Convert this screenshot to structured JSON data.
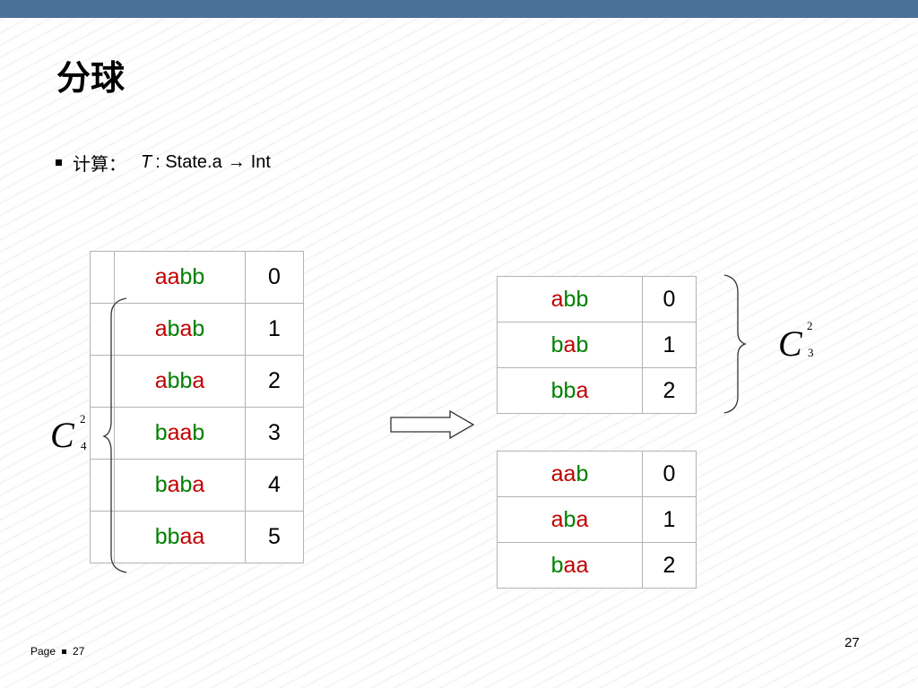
{
  "slide": {
    "title": "分球",
    "bullet": {
      "label": "计算：",
      "var": "T",
      "rest_before_arrow": ": State.a",
      "arrow": "→",
      "rest_after_arrow": "Int"
    }
  },
  "left_table": {
    "rows": [
      {
        "parts": [
          {
            "t": "aa",
            "c": "r"
          },
          {
            "t": "bb",
            "c": "g"
          }
        ],
        "index": "0"
      },
      {
        "parts": [
          {
            "t": "a",
            "c": "r"
          },
          {
            "t": "b",
            "c": "g"
          },
          {
            "t": "a",
            "c": "r"
          },
          {
            "t": "b",
            "c": "g"
          }
        ],
        "index": "1"
      },
      {
        "parts": [
          {
            "t": "a",
            "c": "r"
          },
          {
            "t": "bb",
            "c": "g"
          },
          {
            "t": "a",
            "c": "r"
          }
        ],
        "index": "2"
      },
      {
        "parts": [
          {
            "t": "b",
            "c": "g"
          },
          {
            "t": "aa",
            "c": "r"
          },
          {
            "t": "b",
            "c": "g"
          }
        ],
        "index": "3"
      },
      {
        "parts": [
          {
            "t": "b",
            "c": "g"
          },
          {
            "t": "a",
            "c": "r"
          },
          {
            "t": "b",
            "c": "g"
          },
          {
            "t": "a",
            "c": "r"
          }
        ],
        "index": "4"
      },
      {
        "parts": [
          {
            "t": "bb",
            "c": "g"
          },
          {
            "t": "aa",
            "c": "r"
          }
        ],
        "index": "5"
      }
    ],
    "formula": {
      "letter": "C",
      "sup": "2",
      "sub": "4"
    }
  },
  "right_top_table": {
    "rows": [
      {
        "parts": [
          {
            "t": "a",
            "c": "r"
          },
          {
            "t": "bb",
            "c": "g"
          }
        ],
        "index": "0"
      },
      {
        "parts": [
          {
            "t": "b",
            "c": "g"
          },
          {
            "t": "a",
            "c": "r"
          },
          {
            "t": "b",
            "c": "g"
          }
        ],
        "index": "1"
      },
      {
        "parts": [
          {
            "t": "bb",
            "c": "g"
          },
          {
            "t": "a",
            "c": "r"
          }
        ],
        "index": "2"
      }
    ],
    "formula": {
      "letter": "C",
      "sup": "2",
      "sub": "3"
    }
  },
  "right_bottom_table": {
    "rows": [
      {
        "parts": [
          {
            "t": "aa",
            "c": "r"
          },
          {
            "t": "b",
            "c": "g"
          }
        ],
        "index": "0"
      },
      {
        "parts": [
          {
            "t": "a",
            "c": "r"
          },
          {
            "t": "b",
            "c": "g"
          },
          {
            "t": "a",
            "c": "r"
          }
        ],
        "index": "1"
      },
      {
        "parts": [
          {
            "t": "b",
            "c": "g"
          },
          {
            "t": "aa",
            "c": "r"
          }
        ],
        "index": "2"
      }
    ]
  },
  "footer": {
    "page_label": "Page",
    "page_number_left": "27",
    "page_number_right": "27"
  },
  "colors": {
    "red": "#c00000",
    "green": "#008000",
    "top_bar": "#4a7299"
  }
}
